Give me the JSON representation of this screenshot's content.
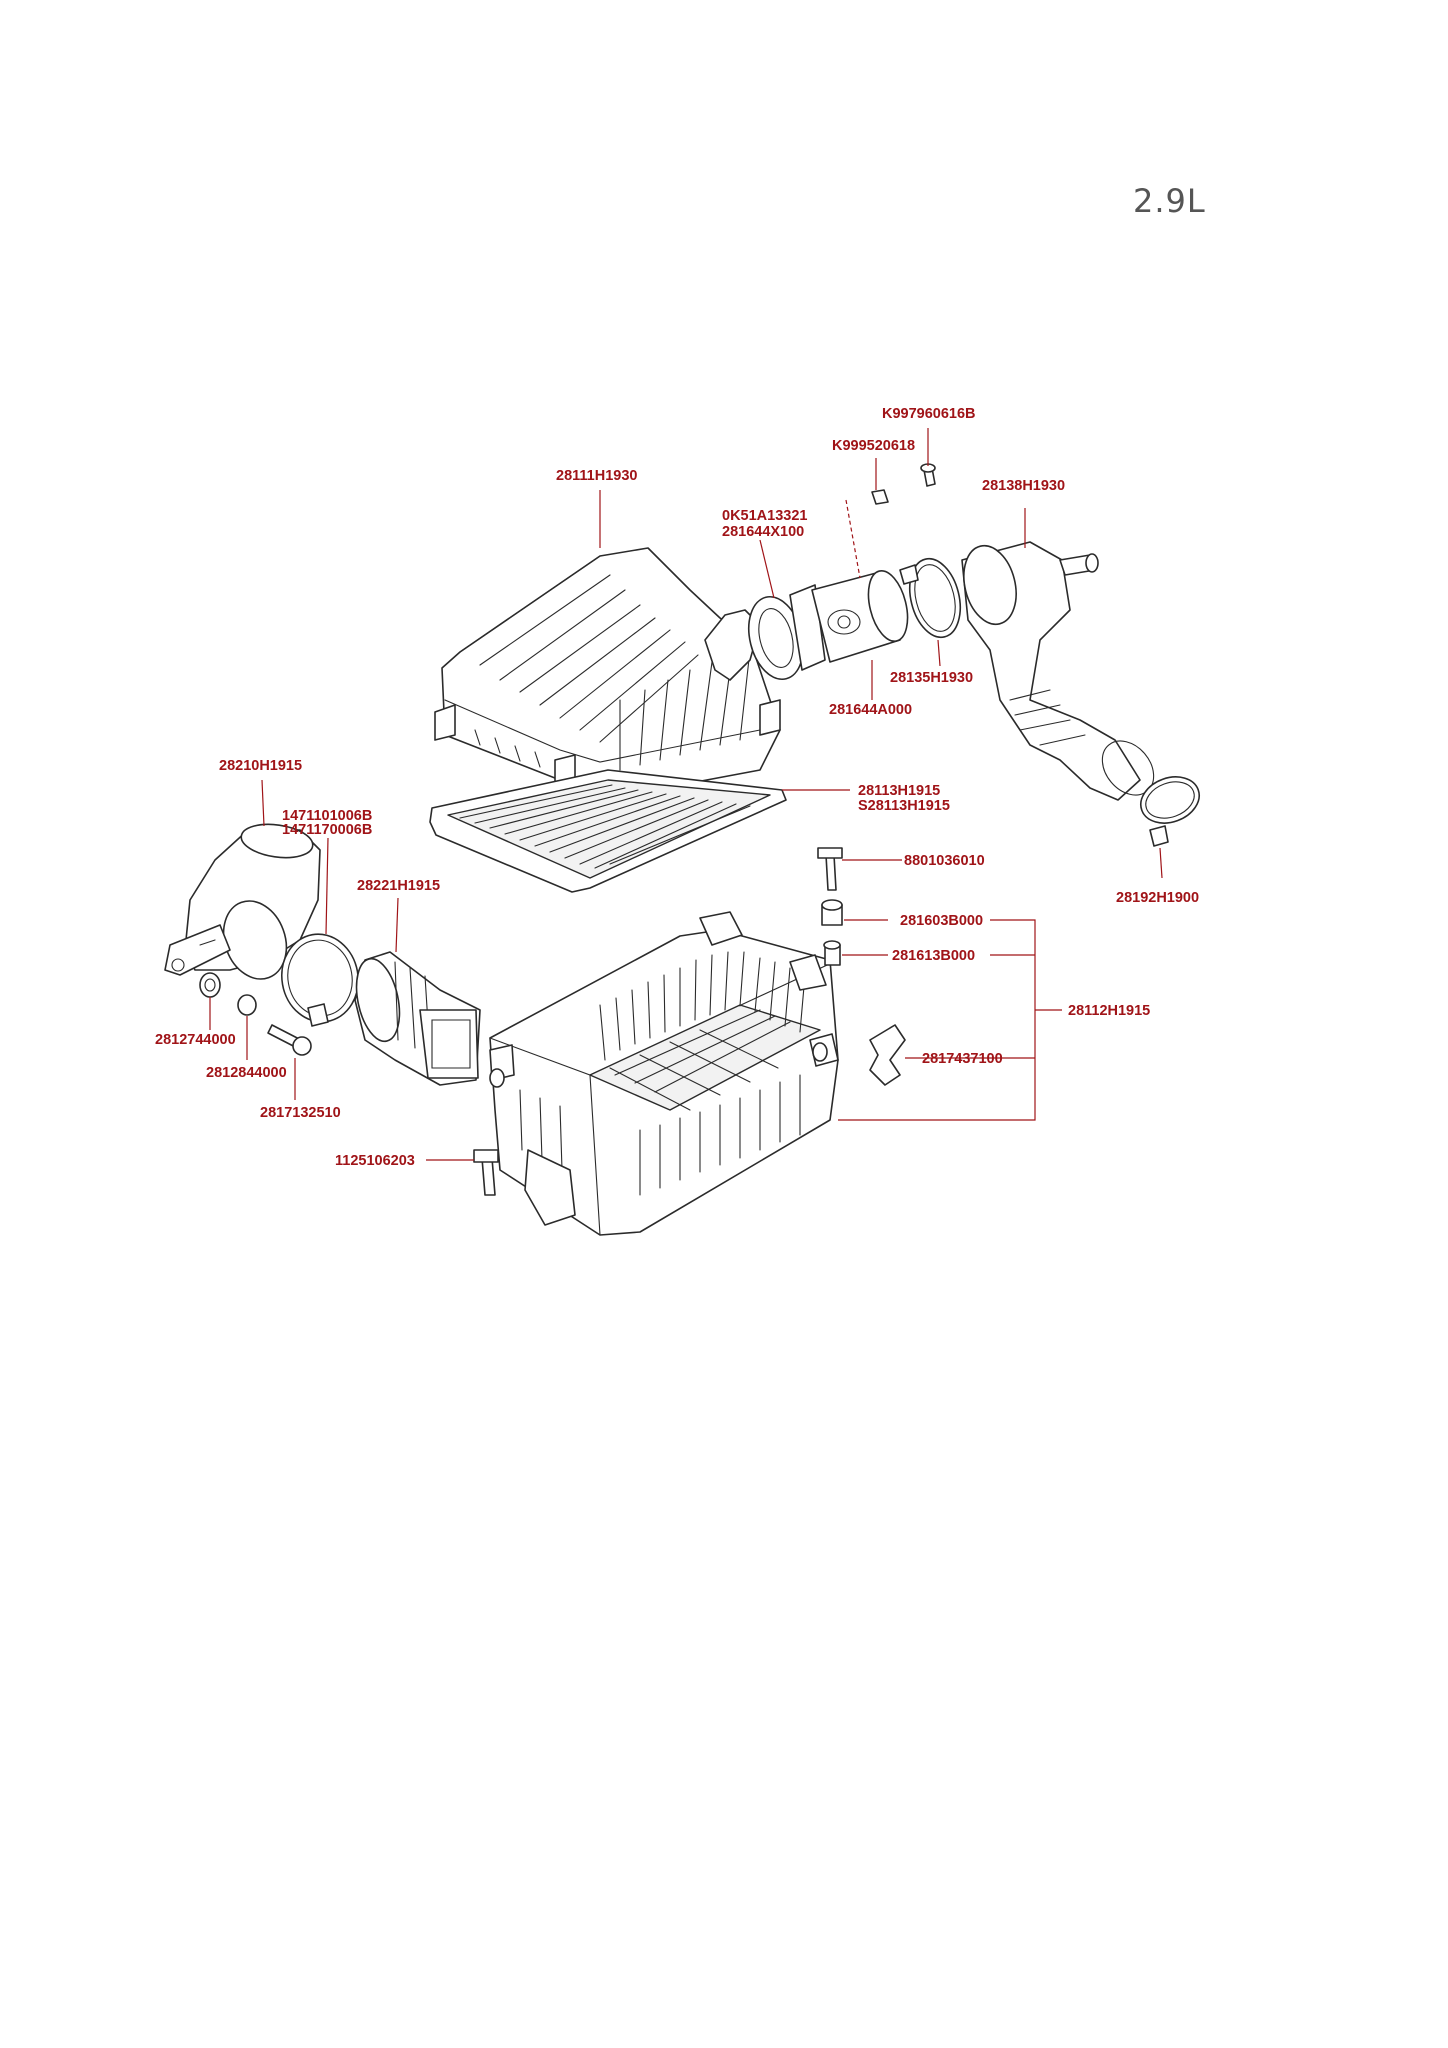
{
  "engine_label": "2.9L",
  "labels": {
    "k997960616b": "K997960616B",
    "k999520618": "K999520618",
    "p28111h1930": "28111H1930",
    "p28138h1930": "28138H1930",
    "p0k51a13321": "0K51A13321",
    "p281644x100": "281644X100",
    "p28135h1930": "28135H1930",
    "p281644a000": "281644A000",
    "p28210h1915": "28210H1915",
    "p1471101006b": "1471101006B",
    "p1471170006b": "1471170006B",
    "p28113h1915": "28113H1915",
    "s28113h1915": "S28113H1915",
    "p8801036010": "8801036010",
    "p28192h1900": "28192H1900",
    "p28221h1915": "28221H1915",
    "p281603b000": "281603B000",
    "p281613b000": "281613B000",
    "p28112h1915": "28112H1915",
    "p2812744000": "2812744000",
    "p2817437100": "2817437100",
    "p2812844000": "2812844000",
    "p2817132510": "2817132510",
    "p1125106203": "1125106203"
  },
  "colors": {
    "label": "#a01418",
    "line_art": "#2b2b2b",
    "engine_label": "#555555"
  }
}
